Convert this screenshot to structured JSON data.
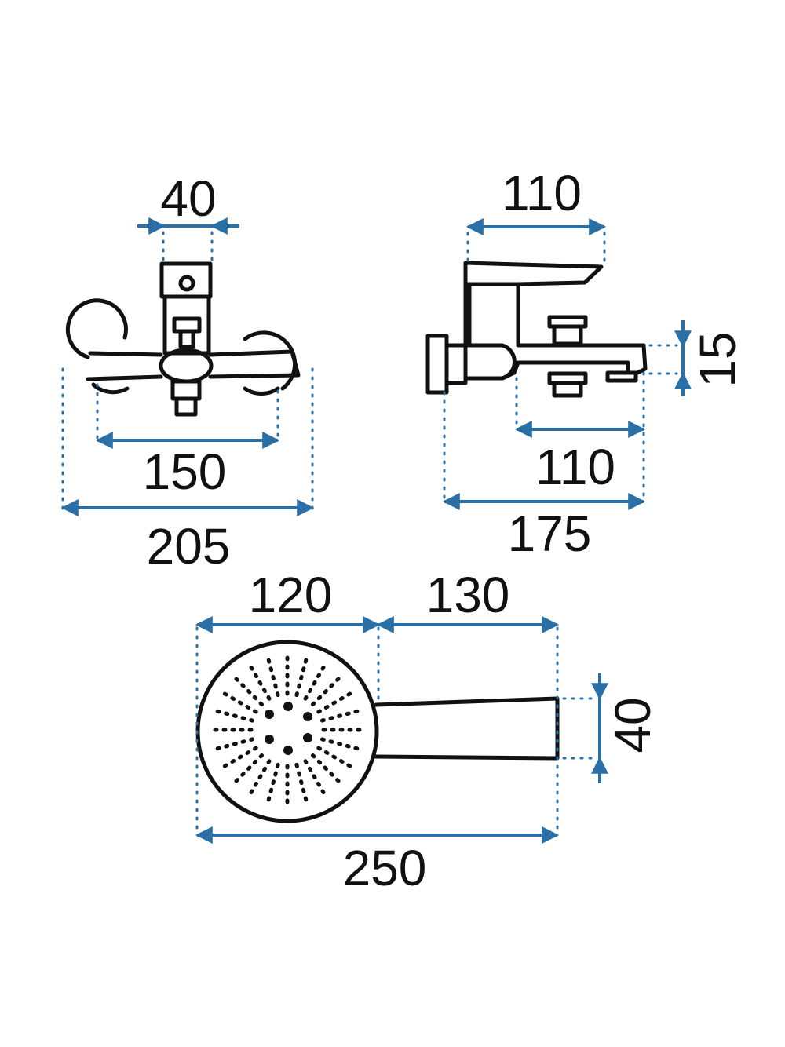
{
  "colors": {
    "dimension": "#2a6fa6",
    "guide": "#2a6fa6",
    "outline": "#111111"
  },
  "front_view": {
    "spout_width": "40",
    "inner_span": "150",
    "outer_span": "205"
  },
  "side_view": {
    "handle_depth": "110",
    "spout_length": "110",
    "overall_depth": "175",
    "outlet_height": "15"
  },
  "shower_head": {
    "head_diameter": "120",
    "handle_length": "130",
    "overall_length": "250",
    "handle_width": "40"
  }
}
